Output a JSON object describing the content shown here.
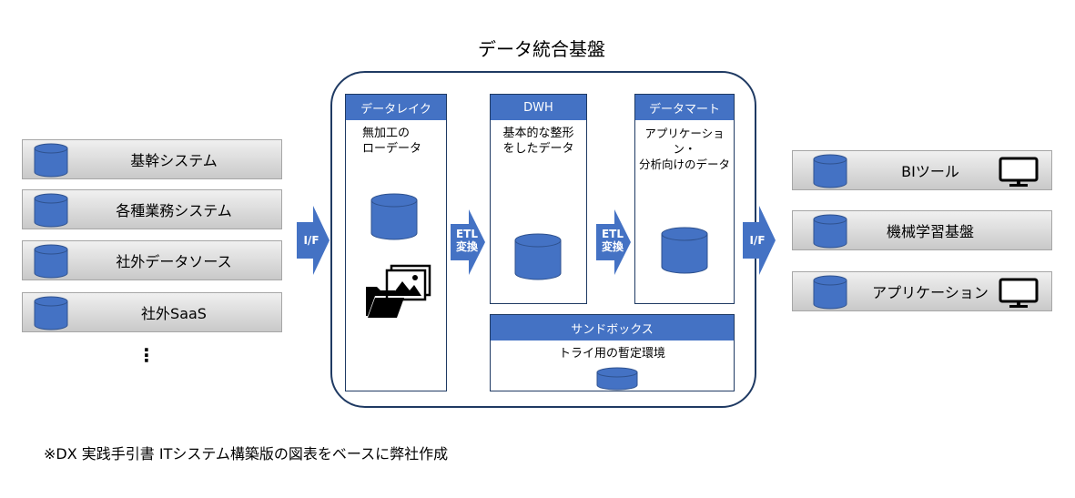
{
  "title": "データ統合基盤",
  "sources": [
    {
      "label": "基幹システム"
    },
    {
      "label": "各種業務システム"
    },
    {
      "label": "社外データソース"
    },
    {
      "label": "社外SaaS"
    }
  ],
  "sources_more": "⋮",
  "interface_label": "I/F",
  "etl_line1": "ETL",
  "etl_line2": "変換",
  "data_lake": {
    "header": "データレイク",
    "desc_line1": "無加工の",
    "desc_line2": "ローデータ"
  },
  "dwh": {
    "header": "DWH",
    "desc_line1": "基本的な整形",
    "desc_line2": "をしたデータ"
  },
  "data_mart": {
    "header": "データマート",
    "desc_line1": "アプリケーション・",
    "desc_line2": "分析向けのデータ"
  },
  "sandbox": {
    "header": "サンドボックス",
    "desc": "トライ用の暫定環境"
  },
  "targets": [
    {
      "label": "BIツール"
    },
    {
      "label": "機械学習基盤"
    },
    {
      "label": "アプリケーション"
    }
  ],
  "footnote": "※DX 実践手引書 ITシステム構築版の図表をベースに弊社作成",
  "colors": {
    "accent": "#4472c4",
    "border": "#1f3a63",
    "box_grey": "#d9d9d9"
  }
}
